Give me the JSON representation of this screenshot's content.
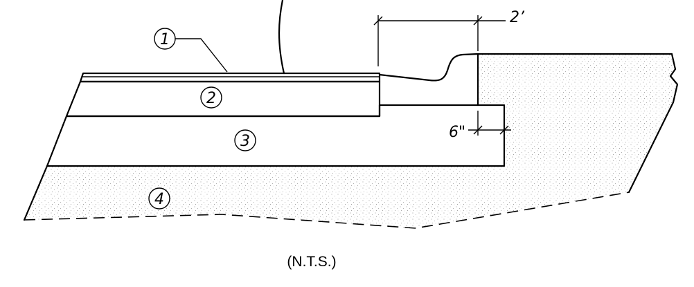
{
  "callouts": [
    {
      "id": "1",
      "label": "1"
    },
    {
      "id": "2",
      "label": "2"
    },
    {
      "id": "3",
      "label": "3"
    },
    {
      "id": "4",
      "label": "4"
    }
  ],
  "dimensions": {
    "curb_width": "2’",
    "subbase_extension": "6\""
  },
  "scale_note": "(N.T.S.)"
}
